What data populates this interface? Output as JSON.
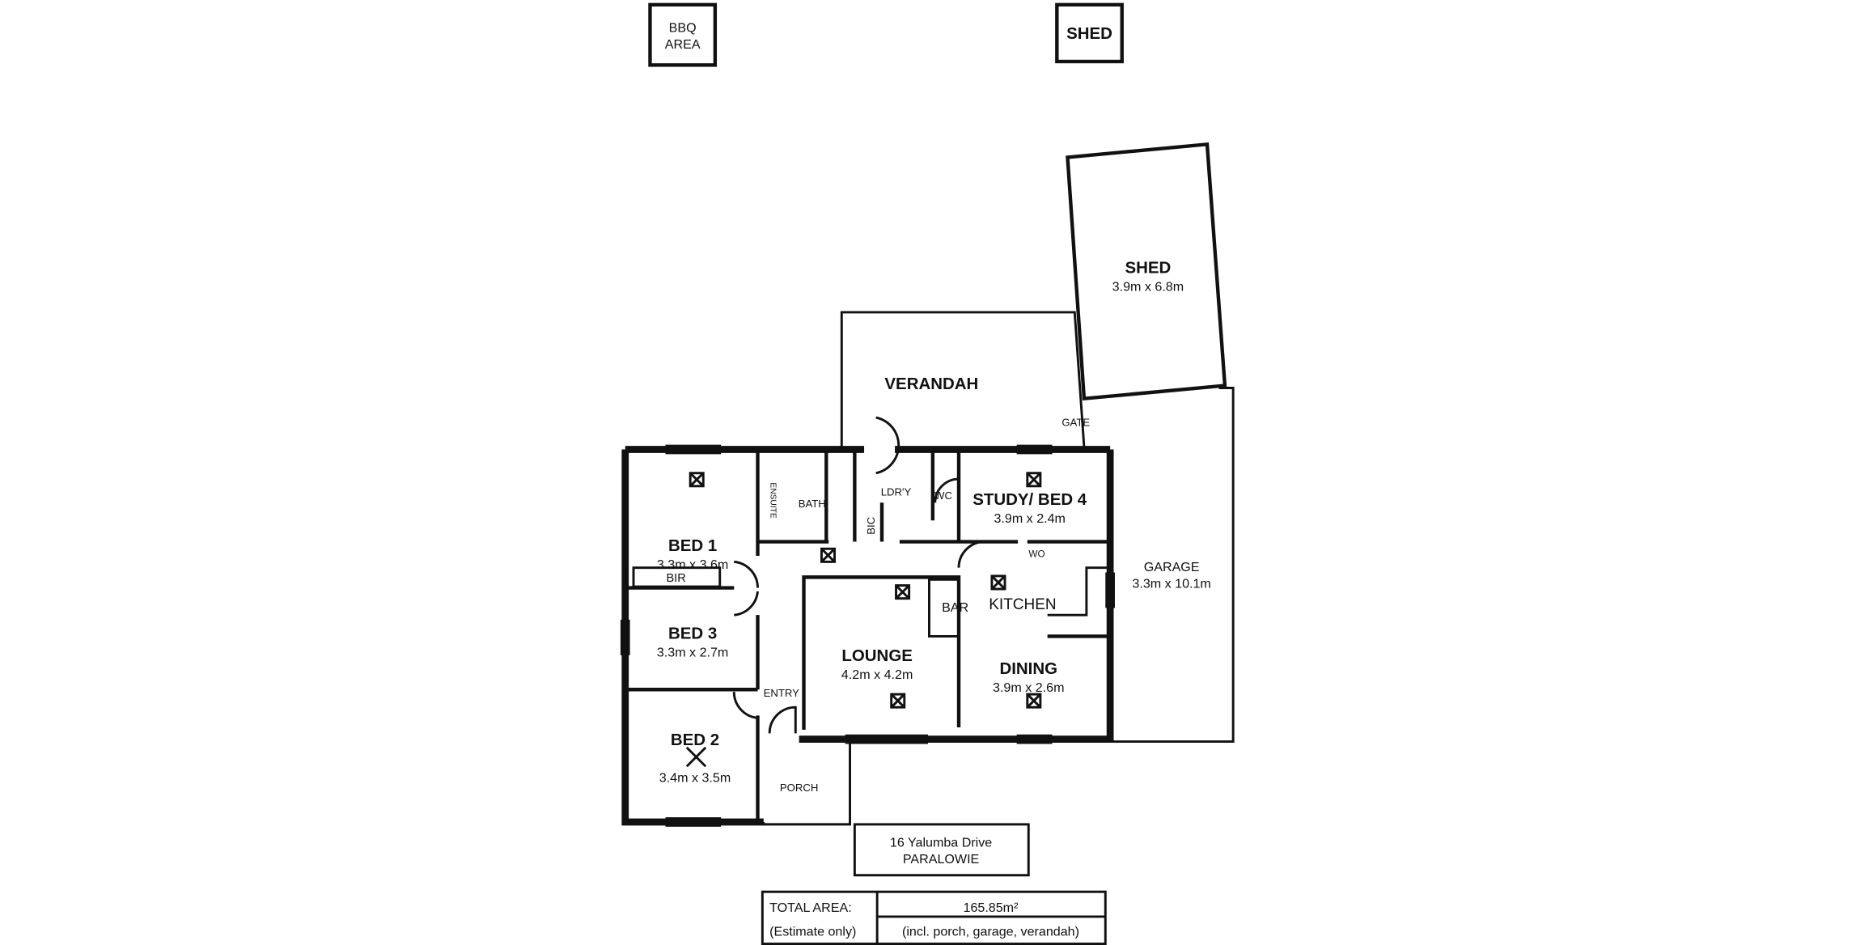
{
  "outbuildings": {
    "bbq": [
      "BBQ",
      "AREA"
    ],
    "shed_label": "SHED"
  },
  "rooms": {
    "shed": {
      "name": "SHED",
      "size": "3.9m x 6.8m"
    },
    "verandah": {
      "name": "VERANDAH"
    },
    "gate": "GATE",
    "garage": {
      "name": "GARAGE",
      "size": "3.3m x 10.1m"
    },
    "bed1": {
      "name": "BED 1",
      "size": "3.3m x 3.6m"
    },
    "ensuite": "ENSUITE",
    "bath": "BATH",
    "bic": "BIC",
    "laundry": "LDR'Y",
    "wc": "WC",
    "study": {
      "name": "STUDY/ BED 4",
      "size": "3.9m x 2.4m"
    },
    "kitchen_wo": "WO",
    "bir": "BIR",
    "bar": "BAR",
    "kitchen": "KITCHEN",
    "bed3": {
      "name": "BED 3",
      "size": "3.3m x 2.7m"
    },
    "lounge": {
      "name": "LOUNGE",
      "size": "4.2m x 4.2m"
    },
    "dining": {
      "name": "DINING",
      "size": "3.9m x 2.6m"
    },
    "entry": "ENTRY",
    "bed2": {
      "name": "BED 2",
      "size": "3.4m x 3.5m"
    },
    "porch": "PORCH"
  },
  "address": {
    "line1": "16 Yalumba Drive",
    "line2": "PARALOWIE"
  },
  "area": {
    "label1": "TOTAL AREA:",
    "label2": "(Estimate only)",
    "value": "165.85m²",
    "note": "(incl. porch, garage, verandah)"
  }
}
